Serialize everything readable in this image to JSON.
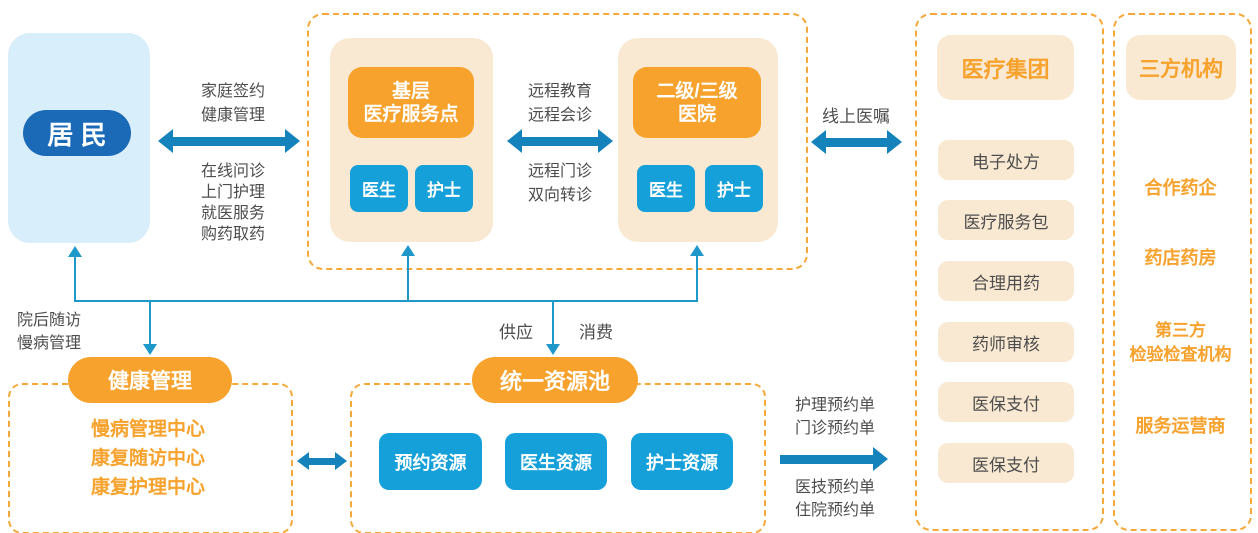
{
  "colors": {
    "orange": "#f6a22d",
    "cream": "#f9e9d2",
    "resident_pill_blue": "#1a6ab8",
    "resident_panel_blue": "#d9eefb",
    "chip_cyan": "#16a0d9",
    "arrow_blue": "#1583bb",
    "connector_blue": "#1e97c9",
    "dashed_border": "#f7a83a",
    "label_text": "#4d4d4d"
  },
  "resident": {
    "label": "居 民"
  },
  "network": {
    "primary_site": {
      "title_lines": [
        "基层",
        "医疗服务点"
      ],
      "doctor": "医生",
      "nurse": "护士"
    },
    "hospital": {
      "title_lines": [
        "二级/三级",
        "医院"
      ],
      "doctor": "医生",
      "nurse": "护士"
    }
  },
  "edges": {
    "resident_network": {
      "top_lines": [
        "家庭签约",
        "健康管理"
      ],
      "bottom_lines": [
        "在线问诊",
        "上门护理",
        "就医服务",
        "购药取药"
      ]
    },
    "remote": {
      "top_lines": [
        "远程教育",
        "远程会诊"
      ],
      "bottom_lines": [
        "远程门诊",
        "双向转诊"
      ]
    },
    "online_order": {
      "label": "线上医嘱"
    },
    "followup": {
      "lines": [
        "院后随访",
        "慢病管理"
      ]
    },
    "supply": "供应",
    "consume": "消费",
    "booking": {
      "top_lines": [
        "护理预约单",
        "门诊预约单"
      ],
      "bottom_lines": [
        "医技预约单",
        "住院预约单"
      ]
    }
  },
  "medical_group": {
    "title": "医疗集团",
    "items": [
      "电子处方",
      "医疗服务包",
      "合理用药",
      "药师审核",
      "医保支付",
      "医保支付"
    ]
  },
  "third_party": {
    "title": "三方机构",
    "items": [
      "合作药企",
      "药店药房",
      "第三方",
      "检验检查机构",
      "服务运营商"
    ]
  },
  "health_mgmt": {
    "title": "健康管理",
    "items": [
      "慢病管理中心",
      "康复随访中心",
      "康复护理中心"
    ]
  },
  "resource_pool": {
    "title": "统一资源池",
    "items": [
      "预约资源",
      "医生资源",
      "护士资源"
    ]
  }
}
